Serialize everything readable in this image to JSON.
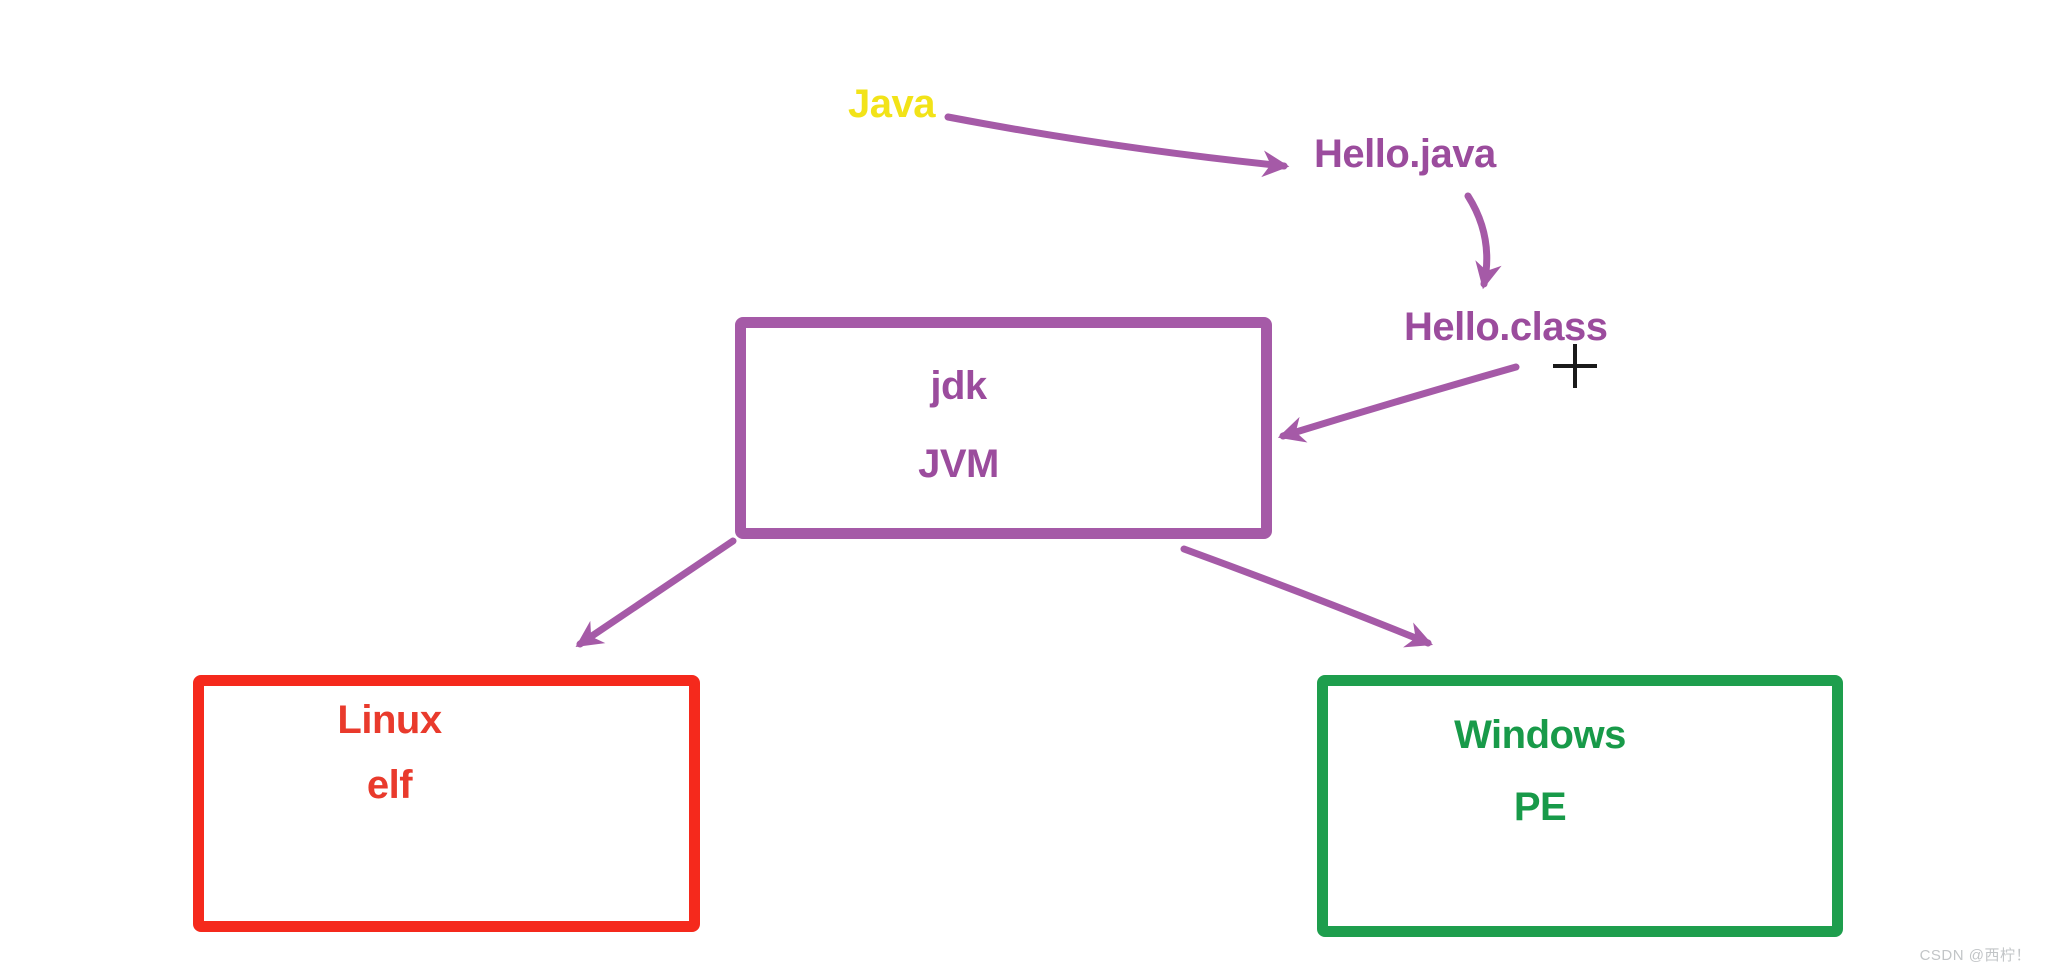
{
  "canvas": {
    "background": "#ffffff"
  },
  "colors": {
    "purple_stroke": "#a55aa7",
    "purple_text": "#9b4c9d",
    "yellow_text": "#f2e318",
    "red_border": "#f5291c",
    "red_text": "#e93a2c",
    "green_border": "#1e9e4d",
    "green_text": "#189a49",
    "cursor_black": "#1a1a1a",
    "watermark_gray": "#c2c5c7"
  },
  "floating_labels": {
    "java": "Java",
    "hello_java": "Hello.java",
    "hello_class": "Hello.class"
  },
  "boxes": {
    "jvm": {
      "line1": "jdk",
      "line2": "JVM"
    },
    "linux": {
      "line1": "Linux",
      "line2": "elf"
    },
    "windows": {
      "line1": "Windows",
      "line2": "PE"
    }
  },
  "edges": [
    {
      "from": "Java",
      "to": "Hello.java"
    },
    {
      "from": "Hello.java",
      "to": "Hello.class"
    },
    {
      "from": "Hello.class",
      "to": "jdk/JVM box"
    },
    {
      "from": "jdk/JVM box",
      "to": "Linux/elf box"
    },
    {
      "from": "jdk/JVM box",
      "to": "Windows/PE box"
    }
  ],
  "icons": {
    "cursor": "crosshair-plus"
  },
  "watermark": "CSDN @西柠！"
}
